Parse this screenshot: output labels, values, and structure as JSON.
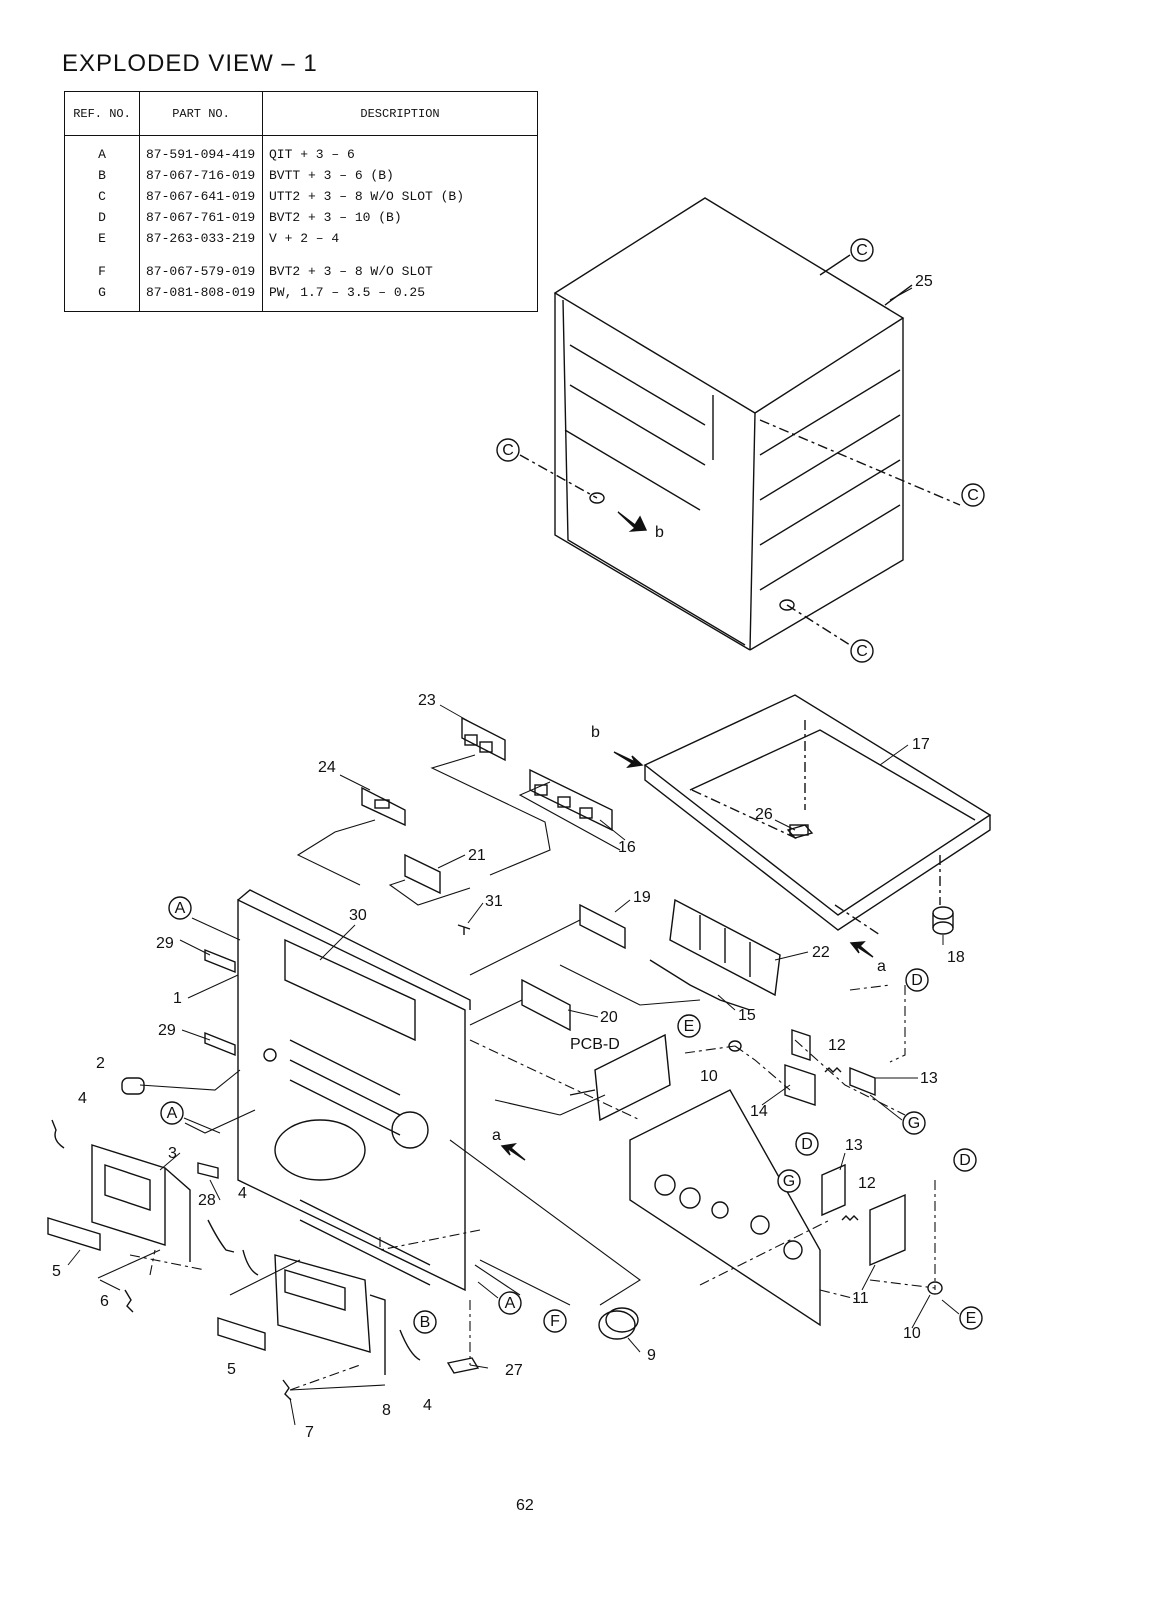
{
  "title": "EXPLODED  VIEW – 1",
  "table": {
    "headers": [
      "REF. NO.",
      "PART NO.",
      "DESCRIPTION"
    ],
    "rows": [
      {
        "ref": "A",
        "part": "87-591-094-419",
        "desc": "QIT + 3 – 6"
      },
      {
        "ref": "B",
        "part": "87-067-716-019",
        "desc": "BVTT + 3 – 6 (B)"
      },
      {
        "ref": "C",
        "part": "87-067-641-019",
        "desc": "UTT2 + 3 – 8  W/O  SLOT  (B)"
      },
      {
        "ref": "D",
        "part": "87-067-761-019",
        "desc": "BVT2 + 3 – 10  (B)"
      },
      {
        "ref": "E",
        "part": "87-263-033-219",
        "desc": "V + 2 – 4"
      },
      {
        "ref": "F",
        "part": "87-067-579-019",
        "desc": "BVT2 + 3 – 8  W/O  SLOT"
      },
      {
        "ref": "G",
        "part": "87-081-808-019",
        "desc": "PW, 1.7 – 3.5 – 0.25"
      }
    ]
  },
  "callouts": {
    "c_top": "C",
    "c_left": "C",
    "c_right": "C",
    "c_bottom": "C",
    "a1": "A",
    "a2": "A",
    "a3": "A",
    "b1": "B",
    "d1": "D",
    "d2": "D",
    "d3": "D",
    "e1": "E",
    "e2": "E",
    "f1": "F",
    "g1": "G",
    "g2": "G"
  },
  "labels": {
    "n25": "25",
    "n17": "17",
    "n26": "26",
    "n18": "18",
    "n23": "23",
    "n16": "16",
    "n24": "24",
    "n21": "21",
    "n31": "31",
    "n30": "30",
    "n19": "19",
    "n22": "22",
    "n20": "20",
    "n15": "15",
    "n29a": "29",
    "n29b": "29",
    "n1": "1",
    "n2": "2",
    "n4a": "4",
    "n3": "3",
    "n28": "28",
    "n4b": "4",
    "n5a": "5",
    "n6": "6",
    "n5b": "5",
    "n7": "7",
    "n8": "8",
    "n4c": "4",
    "n27": "27",
    "n9": "9",
    "n10a": "10",
    "n12a": "12",
    "n13a": "13",
    "n14": "14",
    "n13b": "13",
    "n12b": "12",
    "n11": "11",
    "n10b": "10",
    "pcbd": "PCB-D",
    "arrow_b1": "b",
    "arrow_b2": "b",
    "arrow_a1": "a",
    "arrow_a2": "a"
  },
  "page_number": "62"
}
